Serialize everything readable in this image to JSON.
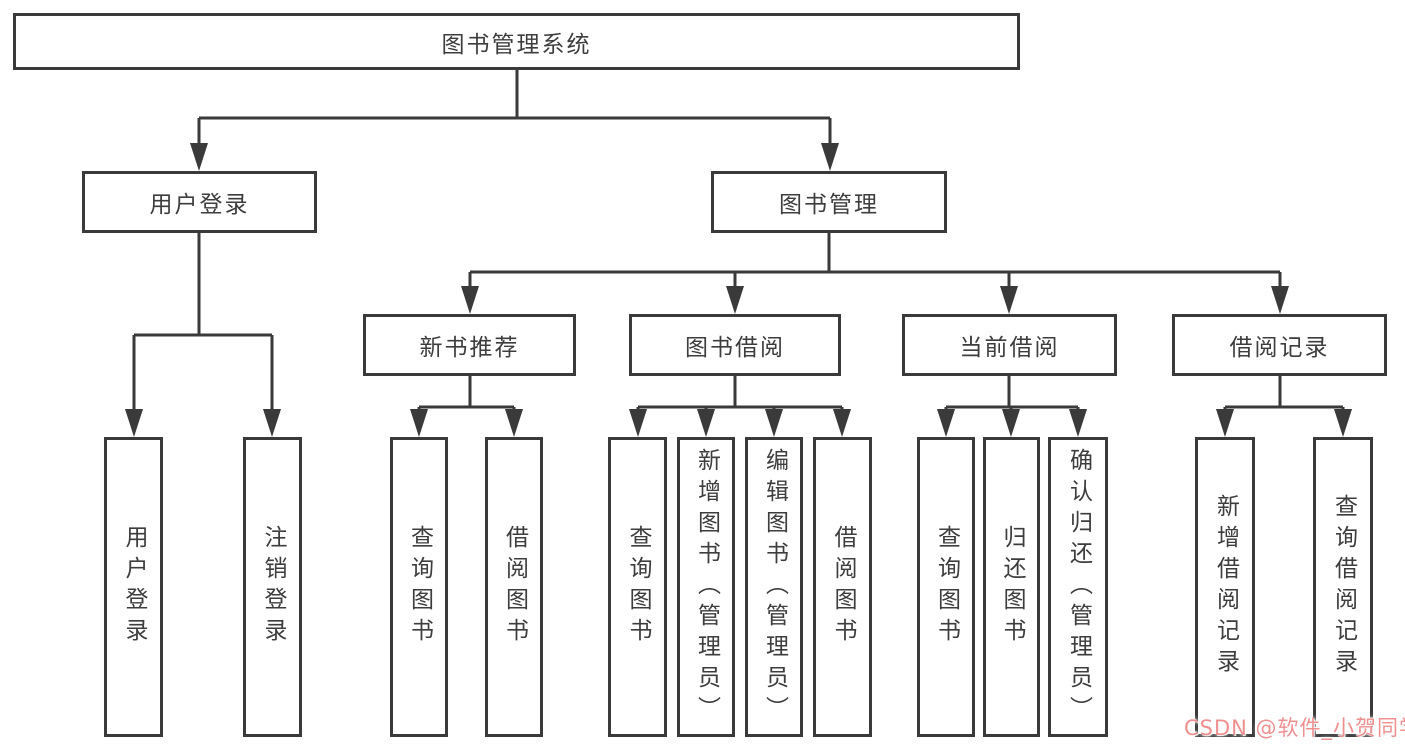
{
  "tree": {
    "root": {
      "label": "图书管理系统"
    },
    "level2": [
      {
        "label": "用户登录",
        "children": [
          {
            "label": "用户登录"
          },
          {
            "label": "注销登录"
          }
        ]
      },
      {
        "label": "图书管理",
        "children": [
          {
            "label": "新书推荐",
            "children": [
              {
                "label": "查询图书"
              },
              {
                "label": "借阅图书"
              }
            ]
          },
          {
            "label": "图书借阅",
            "children": [
              {
                "label": "查询图书"
              },
              {
                "label": "新增图书（管理员）"
              },
              {
                "label": "编辑图书（管理员）"
              },
              {
                "label": "借阅图书"
              }
            ]
          },
          {
            "label": "当前借阅",
            "children": [
              {
                "label": "查询图书"
              },
              {
                "label": "归还图书"
              },
              {
                "label": "确认归还（管理员）"
              }
            ]
          },
          {
            "label": "借阅记录",
            "children": [
              {
                "label": "新增借阅记录"
              },
              {
                "label": "查询借阅记录"
              }
            ]
          }
        ]
      }
    ]
  },
  "watermark": {
    "text": "CSDN @软件_小贺同学",
    "color": "#ee8a8a"
  },
  "colors": {
    "line": "#3a3a3a",
    "text": "#3d3d3d",
    "background": "#ffffff"
  }
}
